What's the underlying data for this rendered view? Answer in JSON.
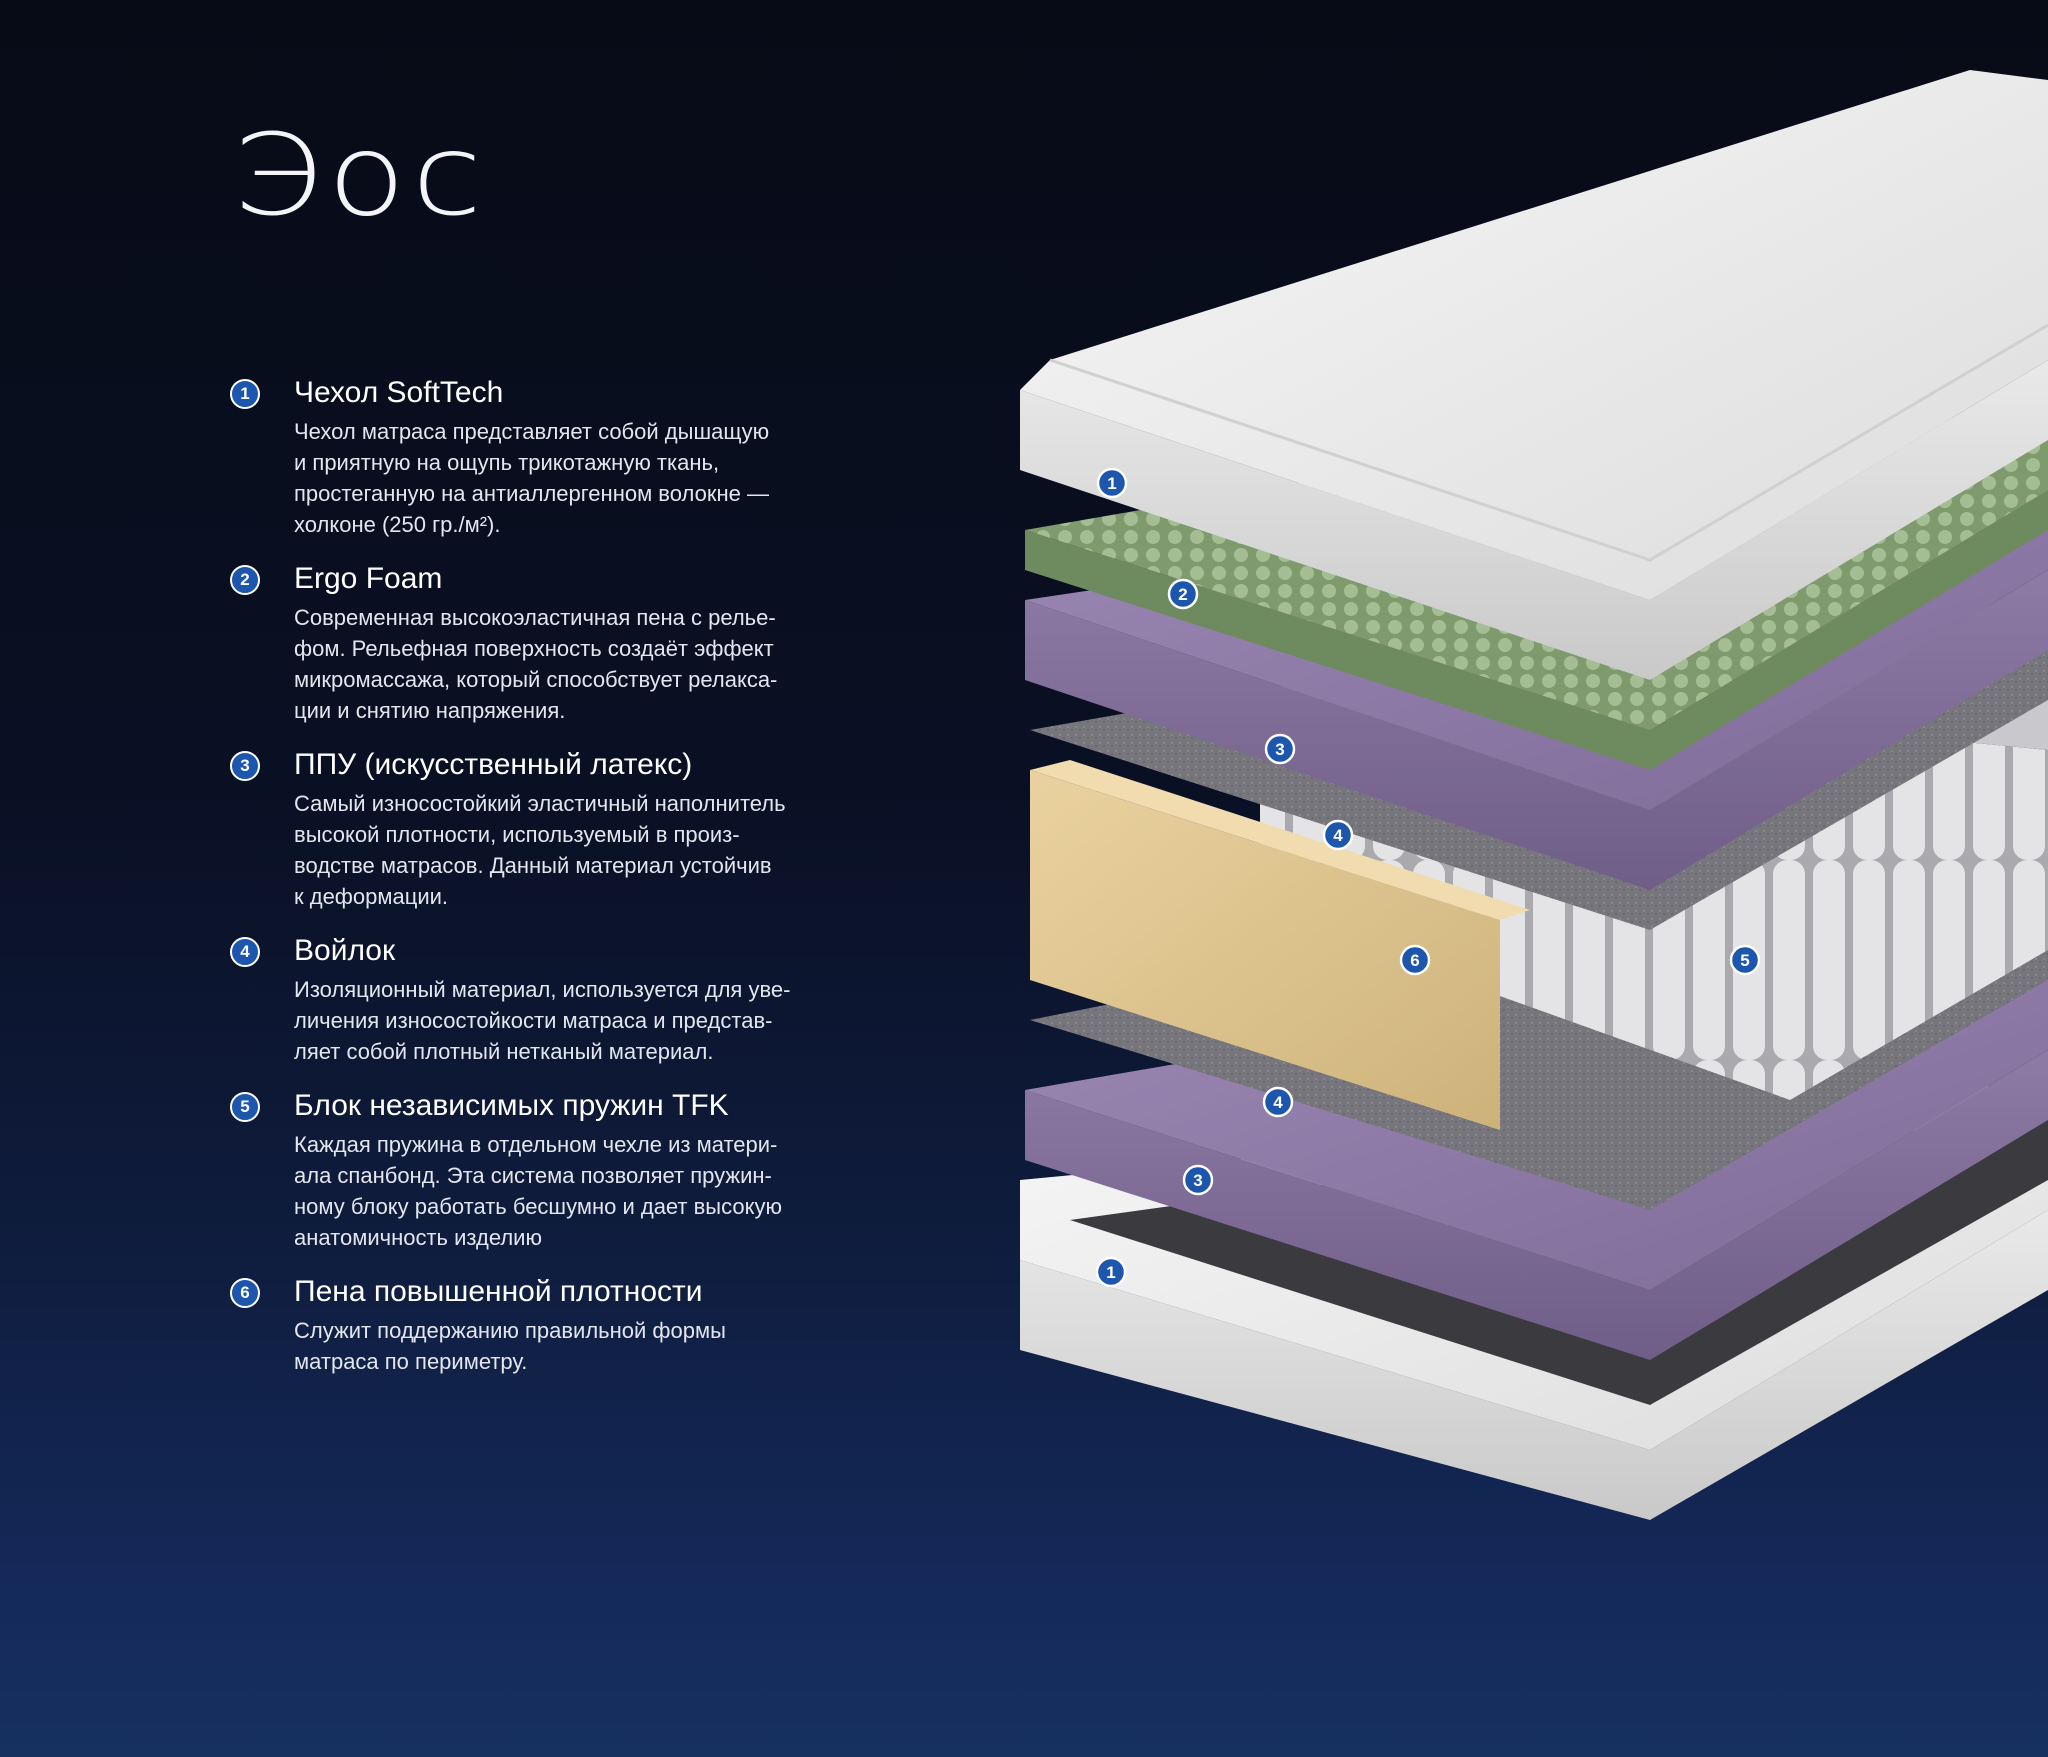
{
  "title": "Эос",
  "features": [
    {
      "num": "1",
      "title": "Чехол SoftTech",
      "lines": [
        "Чехол матраса представляет собой дышащую",
        "и приятную на ощупь трикотажную ткань,",
        "простеганную на антиаллергенном волокне —",
        "холконе (250 гр./м²)."
      ]
    },
    {
      "num": "2",
      "title": "Ergo Foam",
      "lines": [
        "Современная высокоэластичная пена с релье-",
        "фом.  Рельефная поверхность создаёт эффект",
        "микромассажа, который способствует релакса-",
        "ции и снятию напряжения."
      ]
    },
    {
      "num": "3",
      "title": "ППУ (искусственный латекс)",
      "lines": [
        "Самый износостойкий эластичный наполнитель",
        "высокой плотности, используемый в произ-",
        "водстве матрасов. Данный материал устойчив",
        "к деформации."
      ]
    },
    {
      "num": "4",
      "title": "Войлок",
      "lines": [
        "Изоляционный материал, используется для уве-",
        "личения износостойкости матраса и представ-",
        "ляет собой плотный нетканый материал."
      ]
    },
    {
      "num": "5",
      "title": "Блок независимых пружин TFK",
      "lines": [
        "Каждая пружина в отдельном чехле из матери-",
        "ала спанбонд. Эта система позволяет пружин-",
        "ному блоку работать бесшумно и дает высокую",
        "анатомичность изделию"
      ]
    },
    {
      "num": "6",
      "title": "Пена повышенной плотности",
      "lines": [
        "Служит поддержанию правильной формы",
        "матраса по периметру."
      ]
    }
  ],
  "diagram_markers": [
    "1",
    "2",
    "3",
    "4",
    "6",
    "5",
    "4",
    "3",
    "1"
  ],
  "colors": {
    "accent": "#1c56ad",
    "cover": "#ececec",
    "ergo_foam": "#8fa87e",
    "latex": "#8e7aa6",
    "felt": "#7a7a80",
    "perimeter_foam": "#e0c68e",
    "spring": "#d8d8d8"
  }
}
